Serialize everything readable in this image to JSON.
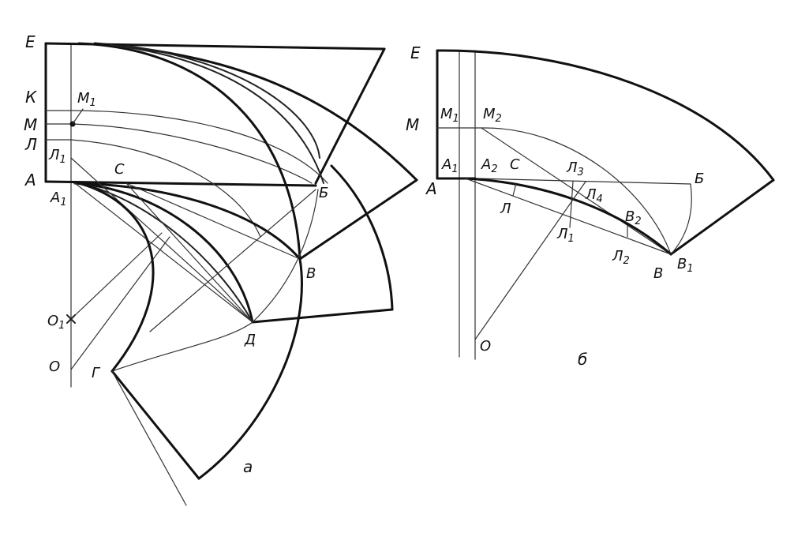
{
  "figure_a": {
    "caption": "а",
    "labels": {
      "E": "Е",
      "K": "К",
      "M": "М",
      "L": "Л",
      "A": "А",
      "L1": "Л",
      "M1": "М",
      "A1": "А",
      "C": "С",
      "B_short": "Б",
      "V": "В",
      "D": "Д",
      "G": "Г",
      "O1": "О",
      "O": "О"
    },
    "subscripts": {
      "one": "1"
    }
  },
  "figure_b": {
    "caption": "б",
    "labels": {
      "E": "Е",
      "M": "М",
      "A": "А",
      "M1": "М",
      "M2": "М",
      "A1": "А",
      "A2": "А",
      "C": "С",
      "L3": "Л",
      "L4": "Л",
      "B_short": "Б",
      "L": "Л",
      "L1": "Л",
      "B2": "В",
      "L2": "Л",
      "V": "В",
      "V1": "В",
      "O": "О"
    },
    "subscripts": {
      "one": "1",
      "two": "2",
      "three": "3",
      "four": "4"
    }
  }
}
